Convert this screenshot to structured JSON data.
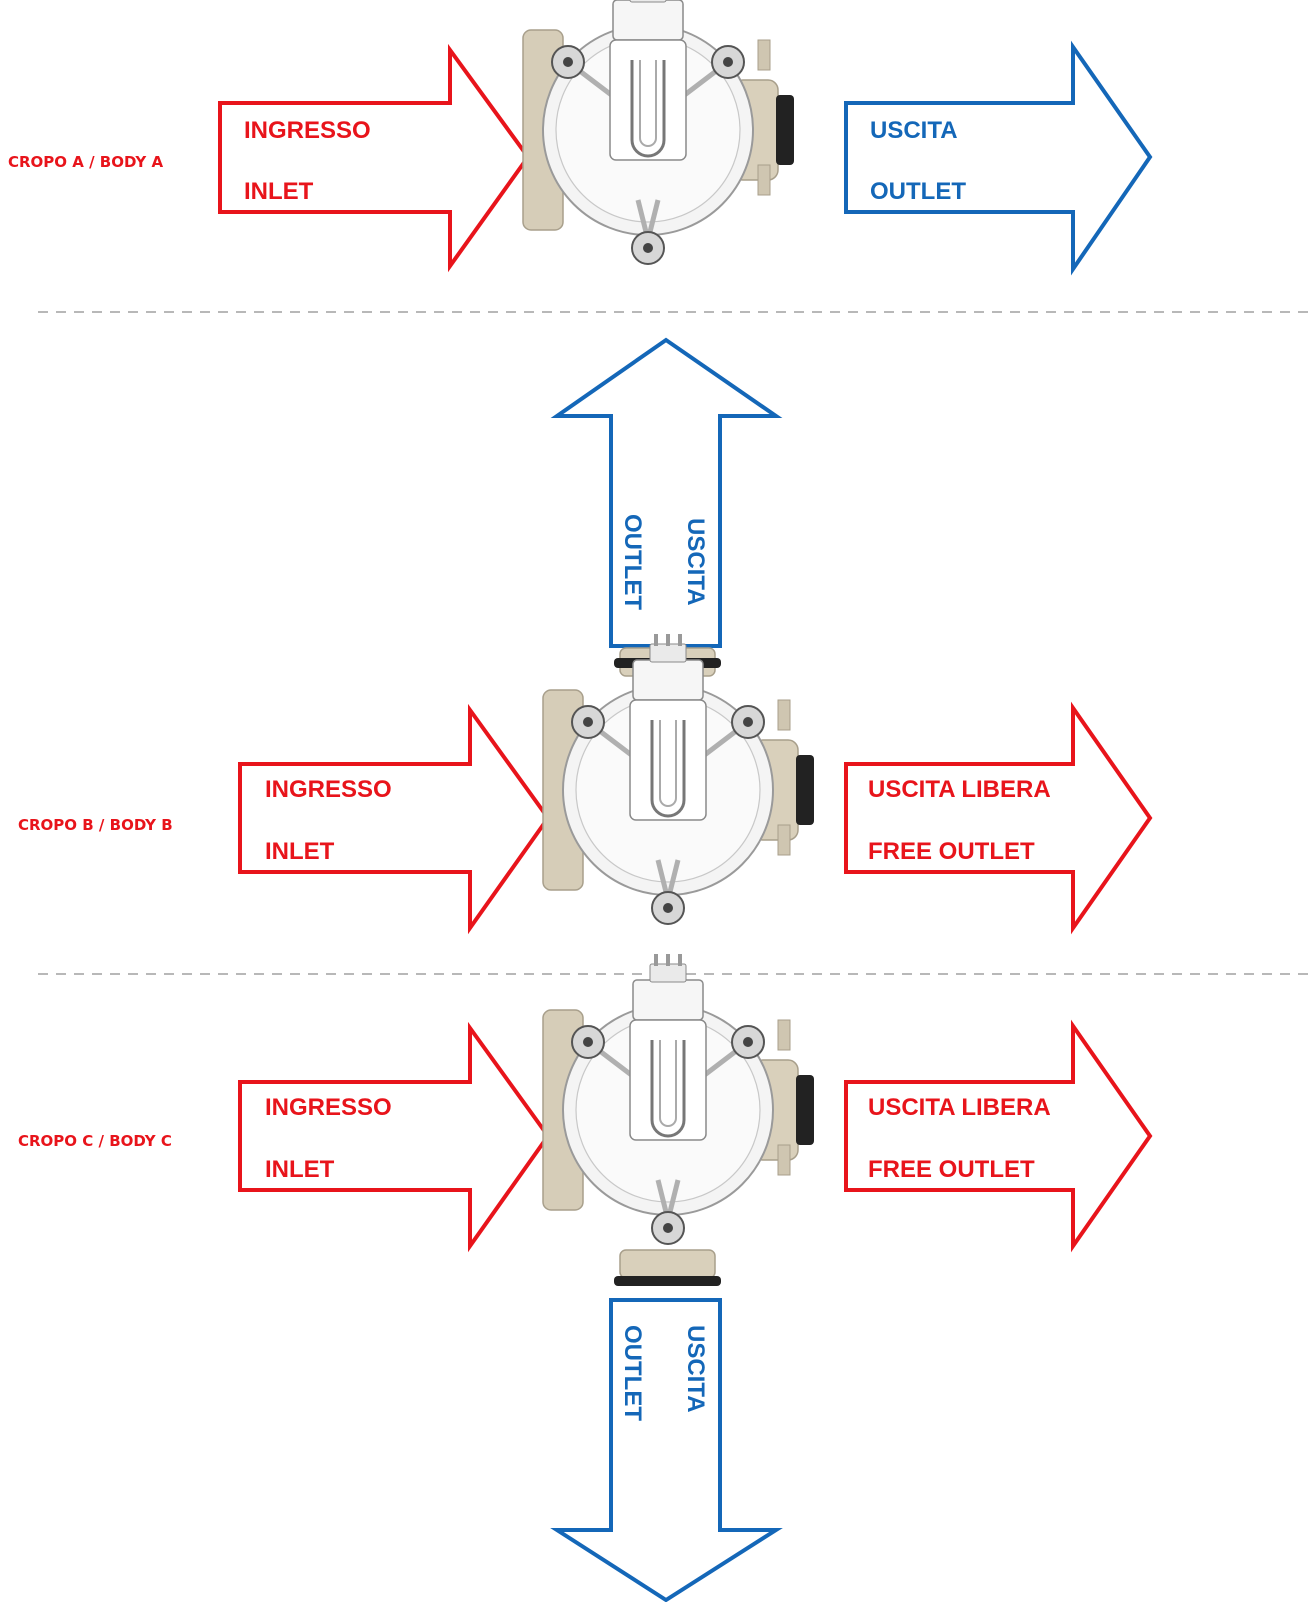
{
  "colors": {
    "inlet": "#e8141b",
    "outlet": "#1467b8",
    "free_outlet": "#e8141b",
    "separator": "#b8b8b8",
    "valve_body": "#d8d0bd",
    "valve_cover": "#f2f2f2"
  },
  "sections": [
    {
      "body_label": "CROPO A / BODY A",
      "inlet": {
        "line1": "INGRESSO",
        "line2": "INLET"
      },
      "outlet": {
        "line1": "USCITA",
        "line2": "OUTLET"
      }
    },
    {
      "body_label": "CROPO B / BODY B",
      "inlet": {
        "line1": "INGRESSO",
        "line2": "INLET"
      },
      "outlet": {
        "line1": "USCITA",
        "line2": "OUTLET"
      },
      "free_outlet": {
        "line1": "USCITA LIBERA",
        "line2": "FREE OUTLET"
      }
    },
    {
      "body_label": "CROPO C / BODY C",
      "inlet": {
        "line1": "INGRESSO",
        "line2": "INLET"
      },
      "outlet": {
        "line1": "USCITA",
        "line2": "OUTLET"
      },
      "free_outlet": {
        "line1": "USCITA LIBERA",
        "line2": "FREE OUTLET"
      }
    }
  ],
  "icons": {
    "valve": "solenoid-valve-icon",
    "arrow": "flow-arrow-icon"
  }
}
